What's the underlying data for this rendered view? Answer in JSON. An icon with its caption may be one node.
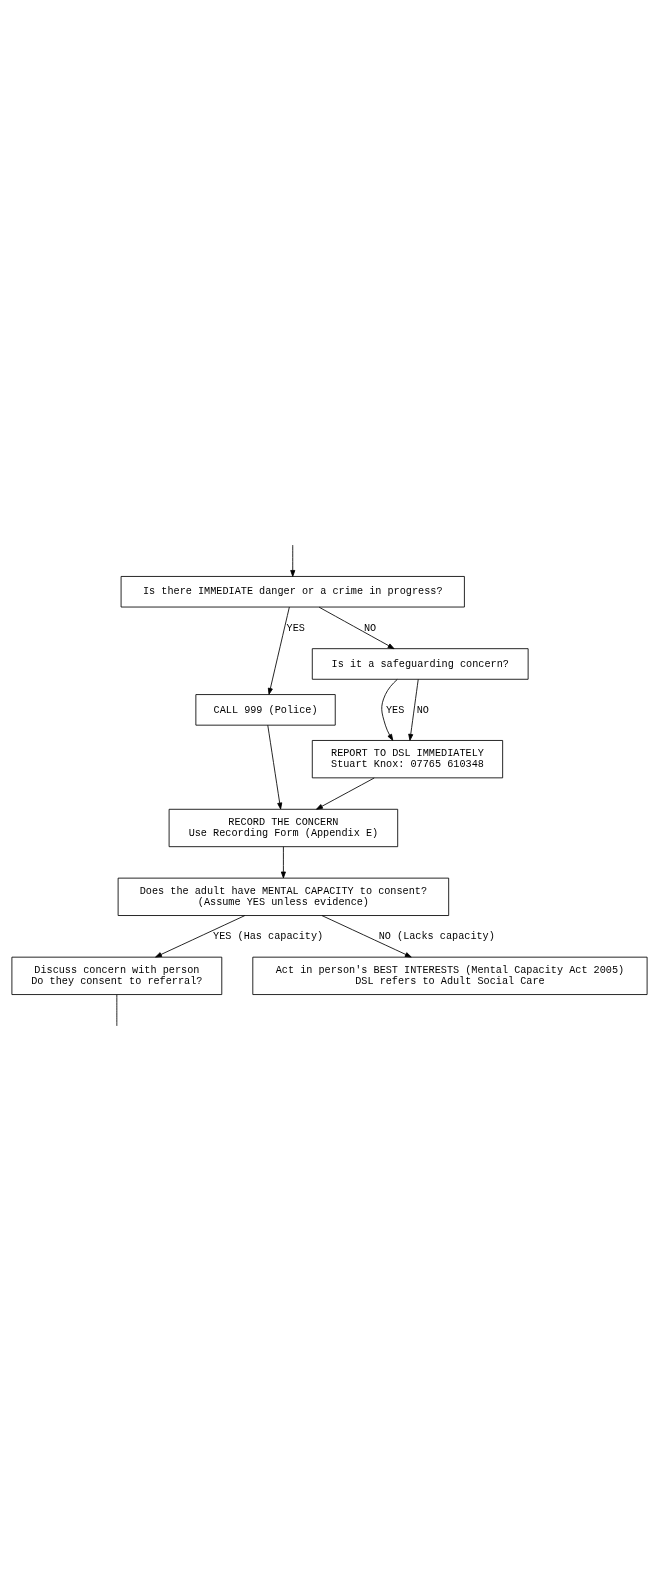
{
  "diagram": {
    "nodes": [
      {
        "text": [
          "Is there IMMEDIATE danger or a crime in progress?"
        ]
      },
      {
        "text": [
          "CALL 999 (Police)"
        ]
      },
      {
        "text": [
          "Is it a safeguarding concern?"
        ]
      },
      {
        "text": [
          "REPORT TO DSL IMMEDIATELY",
          "Stuart Knox: 07765 610348"
        ]
      },
      {
        "text": [
          "RECORD THE CONCERN",
          "Use Recording Form (Appendix E)"
        ]
      },
      {
        "text": [
          "Does the adult have MENTAL CAPACITY to consent?",
          "(Assume YES unless evidence)"
        ]
      },
      {
        "text": [
          "Discuss concern with person",
          "Do they consent to referral?"
        ]
      },
      {
        "text": [
          "Act in person's BEST INTERESTS (Mental Capacity Act 2005)",
          "DSL refers to Adult Social Care"
        ]
      }
    ],
    "edges": [
      {
        "from": null,
        "to": 0,
        "arrow": "to"
      },
      {
        "from": 0,
        "to": 1,
        "arrow": "to",
        "label": "YES"
      },
      {
        "from": 0,
        "to": 2,
        "arrow": "to",
        "label": "NO"
      },
      {
        "from": 2,
        "to": 3,
        "arrow": "to",
        "label": "YES"
      },
      {
        "from": 2,
        "to": 3,
        "arrow": "to",
        "label": "NO"
      },
      {
        "from": 1,
        "to": 4,
        "arrow": "to"
      },
      {
        "from": 3,
        "to": 4,
        "arrow": "to"
      },
      {
        "from": 4,
        "to": 5,
        "arrow": "to"
      },
      {
        "from": 5,
        "to": 6,
        "arrow": "to",
        "label": "YES (Has capacity)"
      },
      {
        "from": 5,
        "to": 7,
        "arrow": "to",
        "label": "NO (Lacks capacity)"
      },
      {
        "from": 6,
        "to": null,
        "arrow": "none"
      }
    ]
  }
}
